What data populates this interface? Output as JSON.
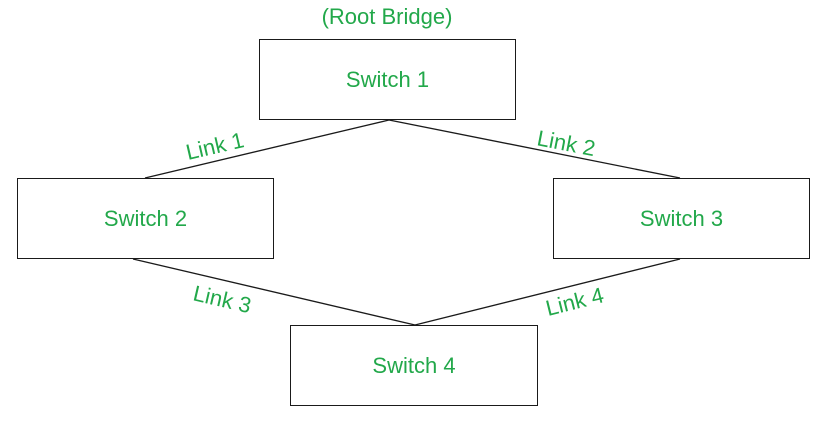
{
  "colors": {
    "label": "#22a84a",
    "line": "#1a1a1a"
  },
  "root_caption": "(Root Bridge)",
  "switches": [
    {
      "id": "switch-1",
      "label": "Switch 1"
    },
    {
      "id": "switch-2",
      "label": "Switch 2"
    },
    {
      "id": "switch-3",
      "label": "Switch 3"
    },
    {
      "id": "switch-4",
      "label": "Switch 4"
    }
  ],
  "links": [
    {
      "label": "Link 1",
      "from": "switch-1",
      "to": "switch-2"
    },
    {
      "label": "Link 2",
      "from": "switch-1",
      "to": "switch-3"
    },
    {
      "label": "Link 3",
      "from": "switch-2",
      "to": "switch-4"
    },
    {
      "label": "Link 4",
      "from": "switch-3",
      "to": "switch-4"
    }
  ]
}
